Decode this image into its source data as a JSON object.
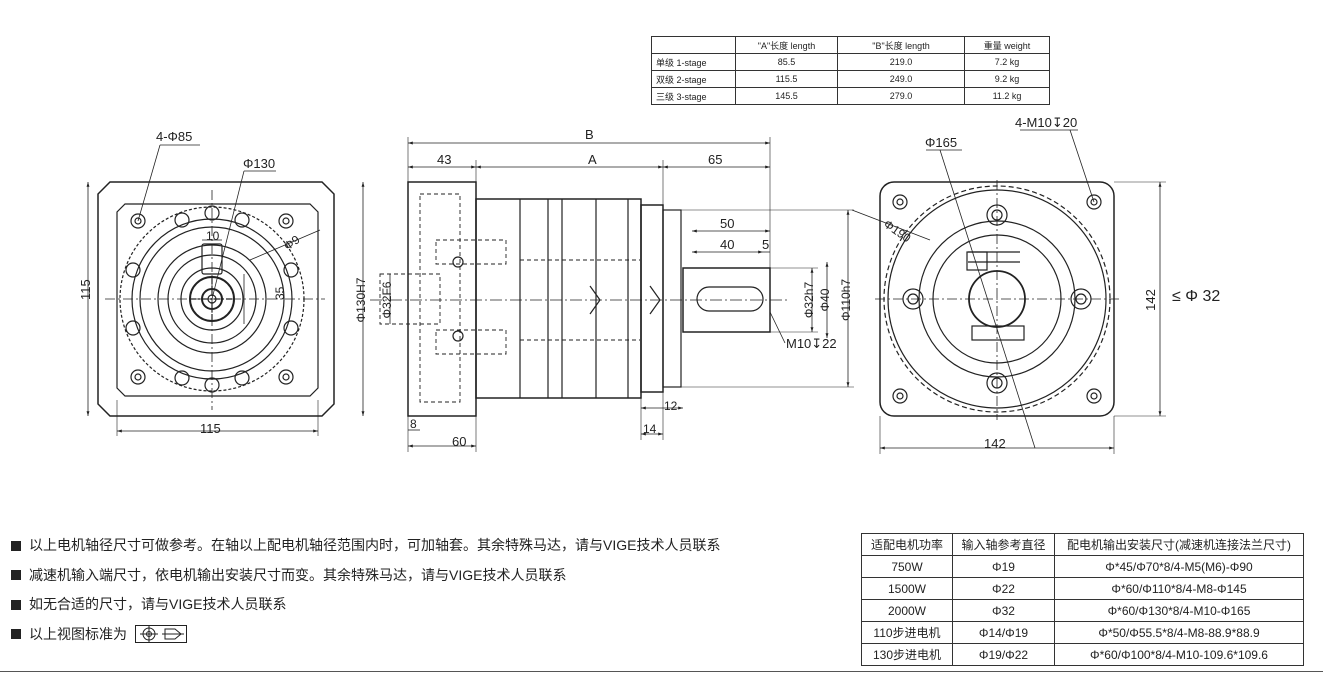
{
  "spec_table": {
    "headers": [
      "",
      "\"A\"长度 length",
      "\"B\"长度  length",
      "重量 weight"
    ],
    "rows": [
      [
        "单级 1-stage",
        "85.5",
        "219.0",
        "7.2 kg"
      ],
      [
        "双级 2-stage",
        "115.5",
        "249.0",
        "9.2 kg"
      ],
      [
        "三级 3-stage",
        "145.5",
        "279.0",
        "11.2 kg"
      ]
    ]
  },
  "left_view": {
    "holes": "4-Φ85",
    "pcd": "Φ130",
    "d9": "Φ9",
    "w10": "10",
    "h35": "35",
    "side": "115",
    "bottom": "115"
  },
  "side_view": {
    "B": "B",
    "A": "A",
    "d43": "43",
    "d65": "65",
    "d50": "50",
    "d40": "40",
    "d5": "5",
    "phi130h7": "Φ130H7",
    "phi32f6": "Φ32F6",
    "phi32h7": "Φ32h7",
    "phi40": "Φ40",
    "phi110h7": "Φ110h7",
    "thread": "M10↧22",
    "d12": "12",
    "d8": "8",
    "d60": "60",
    "d14": "14"
  },
  "right_view": {
    "phi165": "Φ165",
    "holes": "4-M10↧20",
    "phi190": "Φ190",
    "h142": "142",
    "le32": "≤ Φ 32",
    "w142": "142"
  },
  "notes": [
    "以上电机轴径尺寸可做参考。在轴以上配电机轴径范围内时，可加轴套。其余特殊马达，请与VIGE技术人员联系",
    "减速机输入端尺寸，依电机输出安装尺寸而变。其余特殊马达，请与VIGE技术人员联系",
    "如无合适的尺寸，请与VIGE技术人员联系",
    "以上视图标准为"
  ],
  "motor_table": {
    "headers": [
      "适配电机功率",
      "输入轴参考直径",
      "配电机输出安装尺寸(减速机连接法兰尺寸)"
    ],
    "rows": [
      [
        "750W",
        "Φ19",
        "Φ*45/Φ70*8/4-M5(M6)-Φ90"
      ],
      [
        "1500W",
        "Φ22",
        "Φ*60/Φ110*8/4-M8-Φ145"
      ],
      [
        "2000W",
        "Φ32",
        "Φ*60/Φ130*8/4-M10-Φ165"
      ],
      [
        "110步进电机",
        "Φ14/Φ19",
        "Φ*50/Φ55.5*8/4-M8-88.9*88.9"
      ],
      [
        "130步进电机",
        "Φ19/Φ22",
        "Φ*60/Φ100*8/4-M10-109.6*109.6"
      ]
    ]
  }
}
